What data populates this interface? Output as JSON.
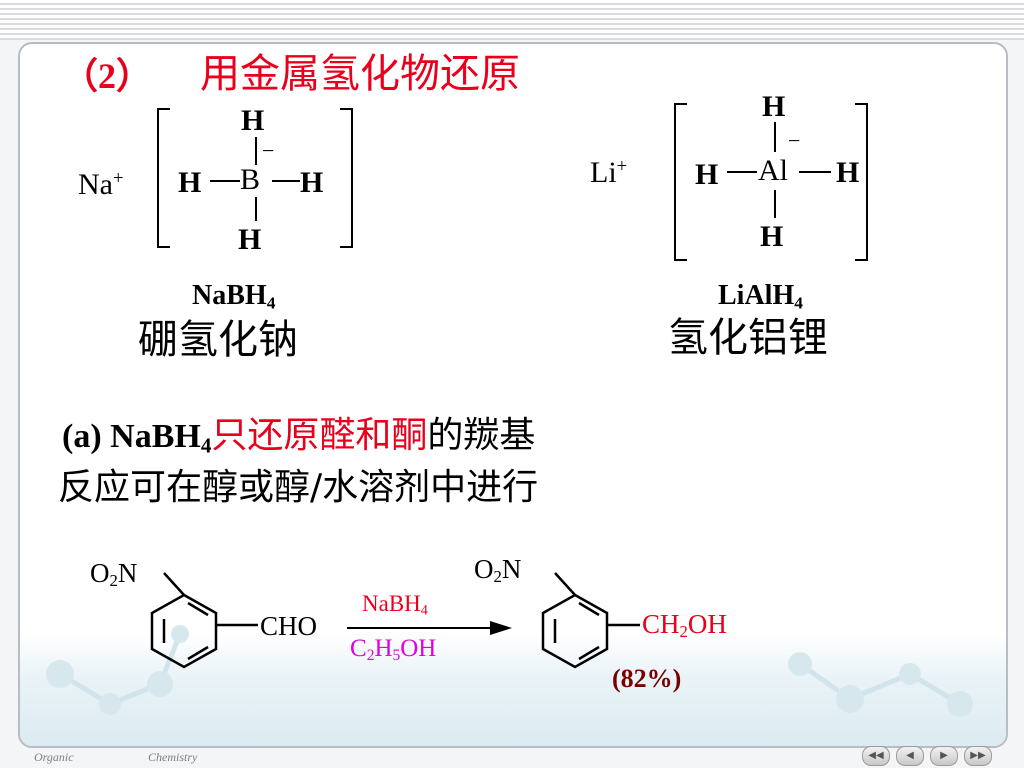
{
  "heading": {
    "number": "（2）",
    "title": "用金属氢化物还原"
  },
  "nabh4": {
    "cation": "Na",
    "cation_charge": "+",
    "top_h": "H",
    "left_h": "H",
    "center": "B",
    "right_h": "H",
    "bottom_h": "H",
    "minus": "−",
    "formula_main": "NaBH",
    "formula_sub": "4",
    "name": "硼氢化钠"
  },
  "lialh4": {
    "cation": "Li",
    "cation_charge": "+",
    "top_h": "H",
    "left_h": "H",
    "center": "Al",
    "right_h": "H",
    "bottom_h": "H",
    "minus": "−",
    "formula_main": "LiAlH",
    "formula_sub": "4",
    "name": "氢化铝锂"
  },
  "note": {
    "prefix": "(a) NaBH",
    "prefix_sub": "4",
    "highlight": "只还原醛和酮",
    "suffix": "的羰基",
    "line2": "反应可在醇或醇/水溶剂中进行"
  },
  "reaction": {
    "reactant_no2_main": "O",
    "reactant_no2_sub": "2",
    "reactant_no2_end": "N",
    "reactant_group": "CHO",
    "reagent_main": "NaBH",
    "reagent_sub": "4",
    "solvent_a": "C",
    "solvent_a_sub": "2",
    "solvent_b": "H",
    "solvent_b_sub": "5",
    "solvent_c": "OH",
    "product_no2_main": "O",
    "product_no2_sub": "2",
    "product_no2_end": "N",
    "product_group_a": "CH",
    "product_group_sub": "2",
    "product_group_b": "OH",
    "yield": "(82%)"
  },
  "footer": {
    "left": "Organic",
    "right": "Chemistry"
  },
  "nav": {
    "first": "◀◀",
    "prev": "◀",
    "next": "▶",
    "last": "▶▶"
  },
  "colors": {
    "accent_red": "#e8001c",
    "solvent_magenta": "#e000e0",
    "text": "#000000"
  }
}
